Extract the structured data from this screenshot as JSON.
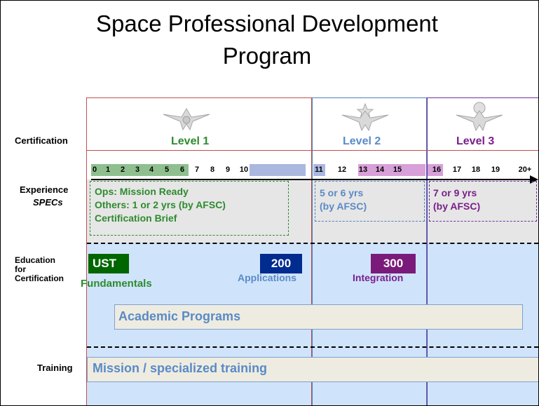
{
  "title": {
    "line1": "Space Professional Development",
    "line2": "Program"
  },
  "row_labels": {
    "certification": "Certification",
    "experience": "Experience",
    "specs": "SPECs",
    "education_line1": "Education",
    "education_line2": "for",
    "education_line3": "Certification",
    "training": "Training"
  },
  "levels": [
    {
      "label": "Level 1",
      "color": "#2e8b2e"
    },
    {
      "label": "Level 2",
      "color": "#5b8ac6"
    },
    {
      "label": "Level 3",
      "color": "#7a1f8a"
    }
  ],
  "years": [
    "0",
    "1",
    "2",
    "3",
    "4",
    "5",
    "6",
    "7",
    "8",
    "9",
    "10",
    "11",
    "12",
    "13",
    "14",
    "15",
    "16",
    "17",
    "18",
    "19",
    "20+"
  ],
  "experience": {
    "level1_line1": "Ops:  Mission Ready",
    "level1_line2": "Others:  1 or 2 yrs (by AFSC)",
    "level1_line3": "Certification Brief",
    "level2_line1": "5 or 6 yrs",
    "level2_line2": "(by AFSC)",
    "level3_line1": "7 or 9 yrs",
    "level3_line2": "(by AFSC)"
  },
  "education": {
    "ust": "UST",
    "fundamentals": "Fundamentals",
    "c200": "200",
    "applications": "Applications",
    "c300": "300",
    "integration": "Integration",
    "academic": "Academic Programs"
  },
  "training": {
    "mission": "Mission  / specialized training"
  },
  "colors": {
    "level1_border": "#c0504d",
    "level2_border": "#4f81bd",
    "level3_border": "#7030a0",
    "ust_fill": "#006600",
    "c200_fill": "#002b8f",
    "c300_fill": "#7a1a7a",
    "education_bg": "#cfe4fb",
    "gray_bg": "#e6e6e6"
  }
}
